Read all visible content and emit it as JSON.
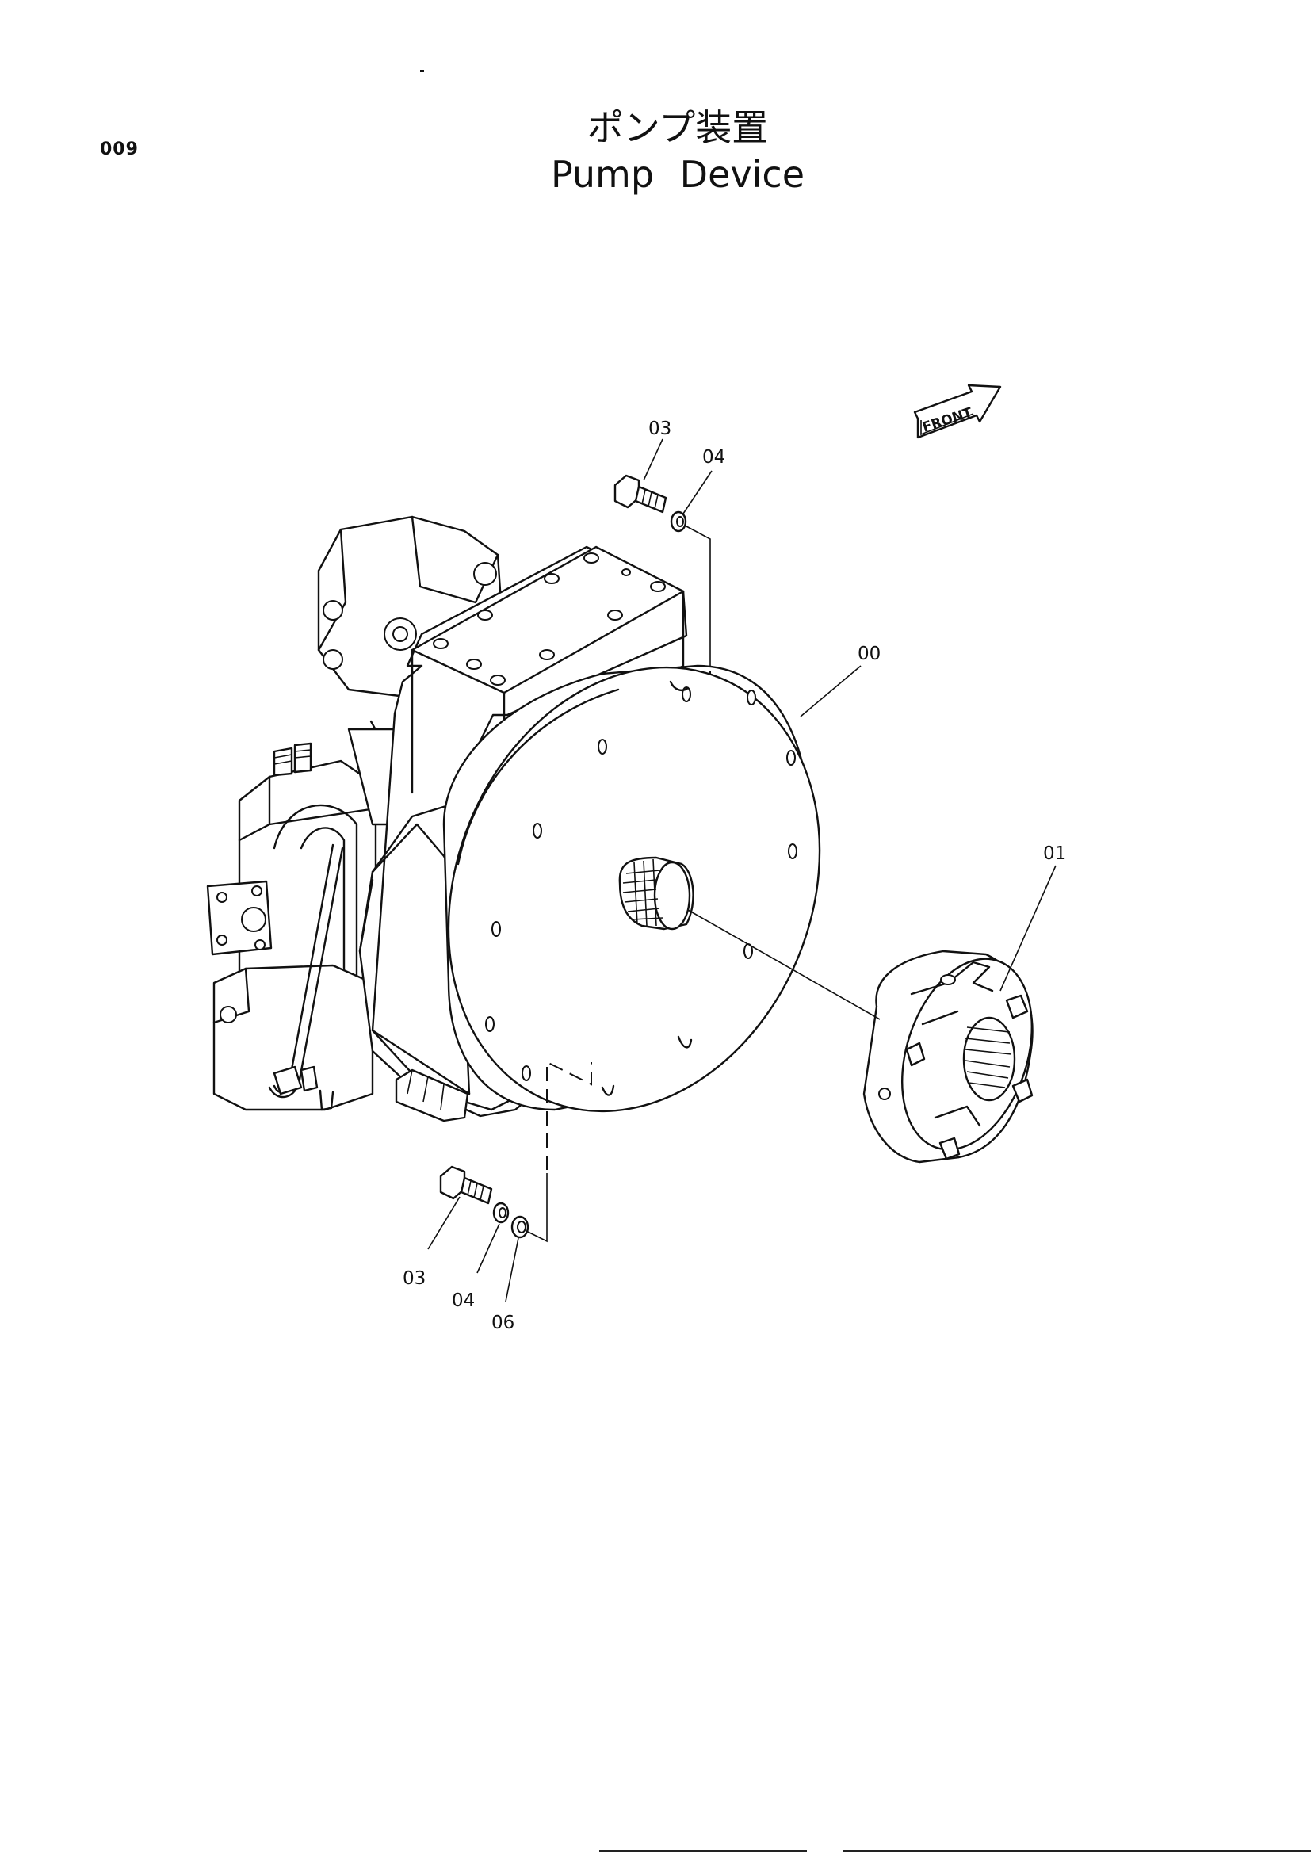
{
  "header": {
    "page_number": "009",
    "title_jp": "ポンプ装置",
    "title_en": "Pump Device"
  },
  "orientation": {
    "label": "FRONT"
  },
  "callouts": [
    {
      "id": "callout-03-top",
      "label": "03"
    },
    {
      "id": "callout-04-top",
      "label": "04"
    },
    {
      "id": "callout-00",
      "label": "00"
    },
    {
      "id": "callout-01",
      "label": "01"
    },
    {
      "id": "callout-03-bottom",
      "label": "03"
    },
    {
      "id": "callout-04-bottom",
      "label": "04"
    },
    {
      "id": "callout-06",
      "label": "06"
    }
  ]
}
